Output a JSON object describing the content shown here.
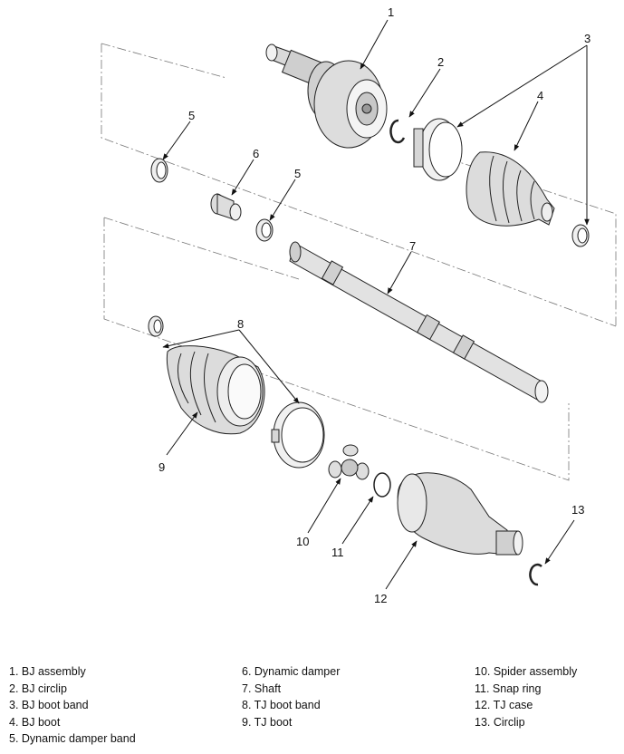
{
  "callouts": {
    "c1": "1",
    "c2": "2",
    "c3": "3",
    "c4": "4",
    "c5a": "5",
    "c5b": "5",
    "c6": "6",
    "c7": "7",
    "c8": "8",
    "c9": "9",
    "c10": "10",
    "c11": "11",
    "c12": "12",
    "c13": "13"
  },
  "legend": {
    "col1": [
      "1. BJ assembly",
      "2. BJ circlip",
      "3. BJ boot band",
      "4. BJ boot",
      "5. Dynamic damper band"
    ],
    "col2": [
      "6. Dynamic damper",
      "7. Shaft",
      "8. TJ boot band",
      "9. TJ boot"
    ],
    "col3": [
      "10. Spider assembly",
      "11. Snap ring",
      "12. TJ case",
      "13. Circlip"
    ]
  }
}
